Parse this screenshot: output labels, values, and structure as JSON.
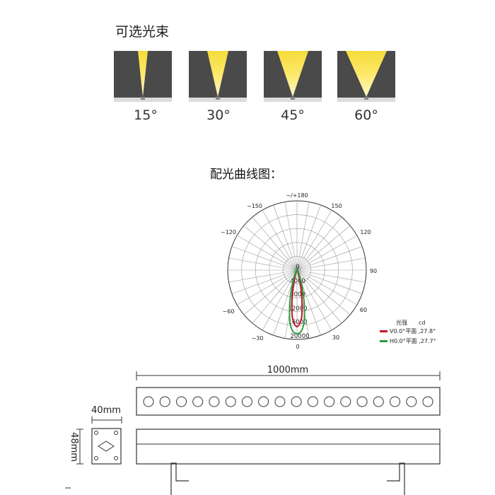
{
  "beams": {
    "title": "可选光束",
    "items": [
      {
        "label": "15°",
        "angle": 15
      },
      {
        "label": "30°",
        "angle": 30
      },
      {
        "label": "45°",
        "angle": 45
      },
      {
        "label": "60°",
        "angle": 60
      }
    ]
  },
  "polar": {
    "title": "配光曲线图：",
    "angle_labels": {
      "top": "−/+180",
      "l150": "−150",
      "r150": "150",
      "l120": "−120",
      "r120": "120",
      "r90": "90",
      "l60": "−60",
      "r60": "60",
      "l30": "−30",
      "r30": "30",
      "bottom": "0"
    },
    "center_label": "0",
    "radial_labels": [
      "4000",
      "8000",
      "12000",
      "16000",
      "20000"
    ],
    "legend": {
      "title": "光强",
      "unit": "cd",
      "v_series": "V0.0°平面 ,27.8°",
      "h_series": "H0.0°平面 ,27.7°"
    },
    "colors": {
      "v": "#c8102e",
      "h": "#2a9d3a"
    }
  },
  "dimensions": {
    "length": "1000mm",
    "width": "40mm",
    "height": "48mm",
    "led_count": 18
  }
}
